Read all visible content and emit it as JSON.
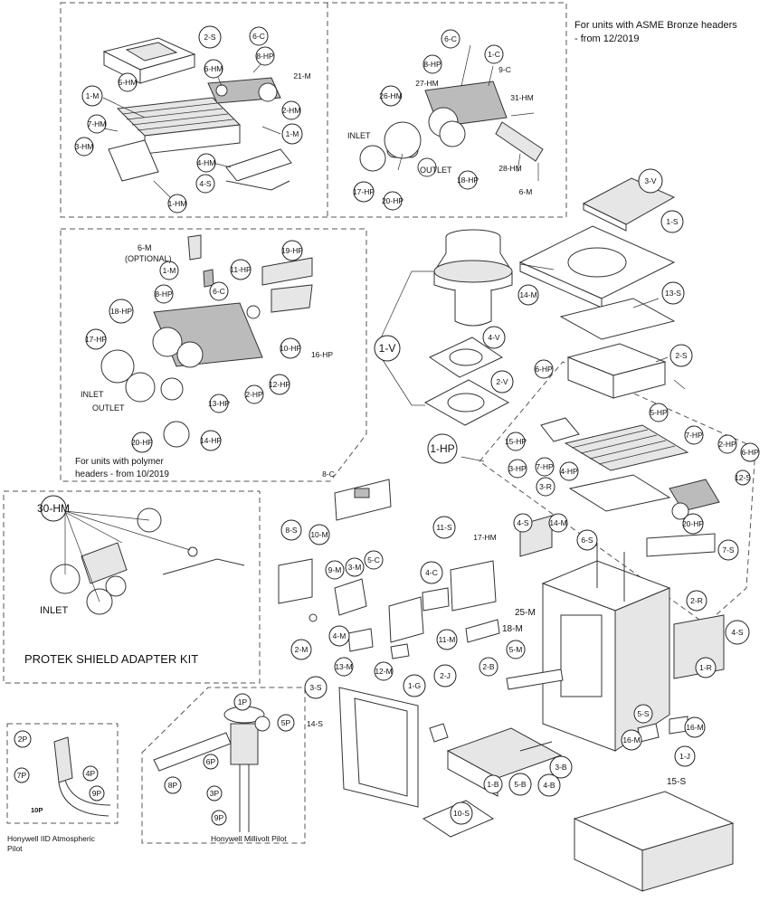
{
  "notes": {
    "asme": [
      "For units with ASME Bronze headers",
      "- from 12/2019"
    ],
    "polymer": [
      "For units with polymer",
      "headers - from 10/2019"
    ],
    "optional_line1": "6-M",
    "optional_line2": "(OPTIONAL)",
    "protek_title": "PROTEK SHIELD ADAPTER KIT",
    "honeywell_iid": [
      "Honywell IID Atmospheric",
      "Pilot"
    ],
    "honeywell_millivolt": "Honywell Millivolt Pilot"
  },
  "labels": {
    "inlet_asme": "INLET",
    "outlet_asme": "OUTLET",
    "inlet_poly": "INLET",
    "outlet_poly": "OUTLET",
    "inlet_protek": "INLET",
    "lbl_25m": "25-M",
    "lbl_18m": "18-M",
    "lbl_15s": "15-S",
    "lbl_10p": "10P"
  },
  "callouts": [
    {
      "id": "c1",
      "text": "2-S"
    },
    {
      "id": "c2",
      "text": "6-C"
    },
    {
      "id": "c3",
      "text": "8-HP"
    },
    {
      "id": "c4",
      "text": "21-M"
    },
    {
      "id": "c5",
      "text": "6-HM"
    },
    {
      "id": "c6",
      "text": "5-HM"
    },
    {
      "id": "c7",
      "text": "1-M"
    },
    {
      "id": "c8",
      "text": "2-HM"
    },
    {
      "id": "c9",
      "text": "7-HM"
    },
    {
      "id": "c10",
      "text": "1-M"
    },
    {
      "id": "c11",
      "text": "3-HM"
    },
    {
      "id": "c12",
      "text": "4-HM"
    },
    {
      "id": "c13",
      "text": "4-S"
    },
    {
      "id": "c14",
      "text": "1-HM"
    },
    {
      "id": "c15",
      "text": "6-C"
    },
    {
      "id": "c16",
      "text": "8-HP"
    },
    {
      "id": "c17",
      "text": "1-C"
    },
    {
      "id": "c18",
      "text": "9-C"
    },
    {
      "id": "c19",
      "text": "27-HM"
    },
    {
      "id": "c20",
      "text": "26-HM"
    },
    {
      "id": "c21",
      "text": "31-HM"
    },
    {
      "id": "c22",
      "text": "18-HP"
    },
    {
      "id": "c23",
      "text": "28-HM"
    },
    {
      "id": "c24",
      "text": "17-HP"
    },
    {
      "id": "c25",
      "text": "20-HP"
    },
    {
      "id": "c26",
      "text": "6-M"
    },
    {
      "id": "c27",
      "text": "1-M"
    },
    {
      "id": "c28",
      "text": "6-C"
    },
    {
      "id": "c29",
      "text": "11-HP"
    },
    {
      "id": "c30",
      "text": "19-HP"
    },
    {
      "id": "c31",
      "text": "8-HP"
    },
    {
      "id": "c32",
      "text": "18-HP"
    },
    {
      "id": "c33",
      "text": "17-HP"
    },
    {
      "id": "c34",
      "text": "10-HP"
    },
    {
      "id": "c35",
      "text": "16-HP"
    },
    {
      "id": "c36",
      "text": "12-HP"
    },
    {
      "id": "c37",
      "text": "2-HP"
    },
    {
      "id": "c38",
      "text": "13-HP"
    },
    {
      "id": "c39",
      "text": "14-HP"
    },
    {
      "id": "c40",
      "text": "20-HP"
    },
    {
      "id": "c41",
      "text": "3-V"
    },
    {
      "id": "c42",
      "text": "1-S"
    },
    {
      "id": "c43",
      "text": "14-M"
    },
    {
      "id": "c44",
      "text": "13-S"
    },
    {
      "id": "c45",
      "text": "1-V"
    },
    {
      "id": "c46",
      "text": "4-V"
    },
    {
      "id": "c47",
      "text": "2-S"
    },
    {
      "id": "c48",
      "text": "2-V"
    },
    {
      "id": "c49",
      "text": "6-HP"
    },
    {
      "id": "c50",
      "text": "5-HP"
    },
    {
      "id": "c51",
      "text": "1-HP"
    },
    {
      "id": "c52",
      "text": "15-HP"
    },
    {
      "id": "c53",
      "text": "7-HP"
    },
    {
      "id": "c54",
      "text": "2-HP"
    },
    {
      "id": "c55",
      "text": "6-HP"
    },
    {
      "id": "c56",
      "text": "3-HP"
    },
    {
      "id": "c57",
      "text": "7-HP"
    },
    {
      "id": "c58",
      "text": "4-HP"
    },
    {
      "id": "c59",
      "text": "12-S"
    },
    {
      "id": "c60",
      "text": "3-R"
    },
    {
      "id": "c61",
      "text": "20-HP"
    },
    {
      "id": "c62",
      "text": "8-C"
    },
    {
      "id": "c63",
      "text": "30-HM"
    },
    {
      "id": "c64",
      "text": "8-S"
    },
    {
      "id": "c65",
      "text": "10-M"
    },
    {
      "id": "c66",
      "text": "11-S"
    },
    {
      "id": "c67",
      "text": "17-HM"
    },
    {
      "id": "c68",
      "text": "4-S"
    },
    {
      "id": "c69",
      "text": "14-M"
    },
    {
      "id": "c70",
      "text": "6-S"
    },
    {
      "id": "c71",
      "text": "7-S"
    },
    {
      "id": "c72",
      "text": "5-C"
    },
    {
      "id": "c73",
      "text": "9-M"
    },
    {
      "id": "c74",
      "text": "3-M"
    },
    {
      "id": "c75",
      "text": "4-C"
    },
    {
      "id": "c76",
      "text": "2-R"
    },
    {
      "id": "c77",
      "text": "4-M"
    },
    {
      "id": "c78",
      "text": "11-M"
    },
    {
      "id": "c79",
      "text": "2-M"
    },
    {
      "id": "c80",
      "text": "5-M"
    },
    {
      "id": "c81",
      "text": "4-S"
    },
    {
      "id": "c82",
      "text": "13-M"
    },
    {
      "id": "c83",
      "text": "12-M"
    },
    {
      "id": "c84",
      "text": "2-J"
    },
    {
      "id": "c85",
      "text": "2-B"
    },
    {
      "id": "c86",
      "text": "1-R"
    },
    {
      "id": "c87",
      "text": "3-S"
    },
    {
      "id": "c88",
      "text": "1-G"
    },
    {
      "id": "c89",
      "text": "14-S"
    },
    {
      "id": "c90",
      "text": "5-S"
    },
    {
      "id": "c91",
      "text": "16-M"
    },
    {
      "id": "c92",
      "text": "16-M"
    },
    {
      "id": "c93",
      "text": "1-J"
    },
    {
      "id": "c94",
      "text": "3-B"
    },
    {
      "id": "c95",
      "text": "1-B"
    },
    {
      "id": "c96",
      "text": "5-B"
    },
    {
      "id": "c97",
      "text": "4-B"
    },
    {
      "id": "c98",
      "text": "10-S"
    },
    {
      "id": "c99",
      "text": "2P"
    },
    {
      "id": "c100",
      "text": "7P"
    },
    {
      "id": "c101",
      "text": "4P"
    },
    {
      "id": "c102",
      "text": "9P"
    },
    {
      "id": "c103",
      "text": "1P"
    },
    {
      "id": "c104",
      "text": "5P"
    },
    {
      "id": "c105",
      "text": "6P"
    },
    {
      "id": "c106",
      "text": "3P"
    },
    {
      "id": "c107",
      "text": "8P"
    },
    {
      "id": "c108",
      "text": "9P"
    }
  ]
}
